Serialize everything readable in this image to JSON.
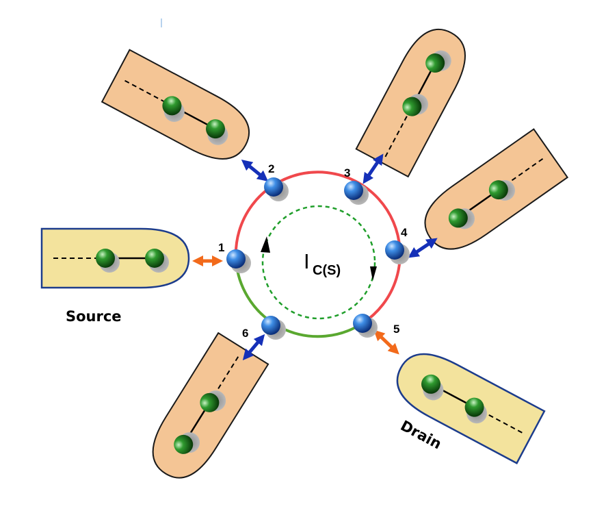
{
  "labels": {
    "source": "Source",
    "drain": "Drain",
    "current_main": "I",
    "current_sub": "C(S)"
  },
  "sites": [
    "1",
    "2",
    "3",
    "4",
    "5",
    "6"
  ],
  "colors": {
    "lead_fill_tan": "#f4c595",
    "lead_fill_yellow": "#f3e39d",
    "lead_stroke_dark": "#1a1a1a",
    "lead_stroke_blue": "#1c3c8c",
    "ring_red": "#f0484c",
    "ring_green": "#5aa830",
    "inner_current": "#1f9e2a",
    "coupling_blue": "#1530b8",
    "coupling_orange": "#f26a1b",
    "site_sphere": "#1f6ed4",
    "lead_sphere": "#1e7a1e"
  }
}
